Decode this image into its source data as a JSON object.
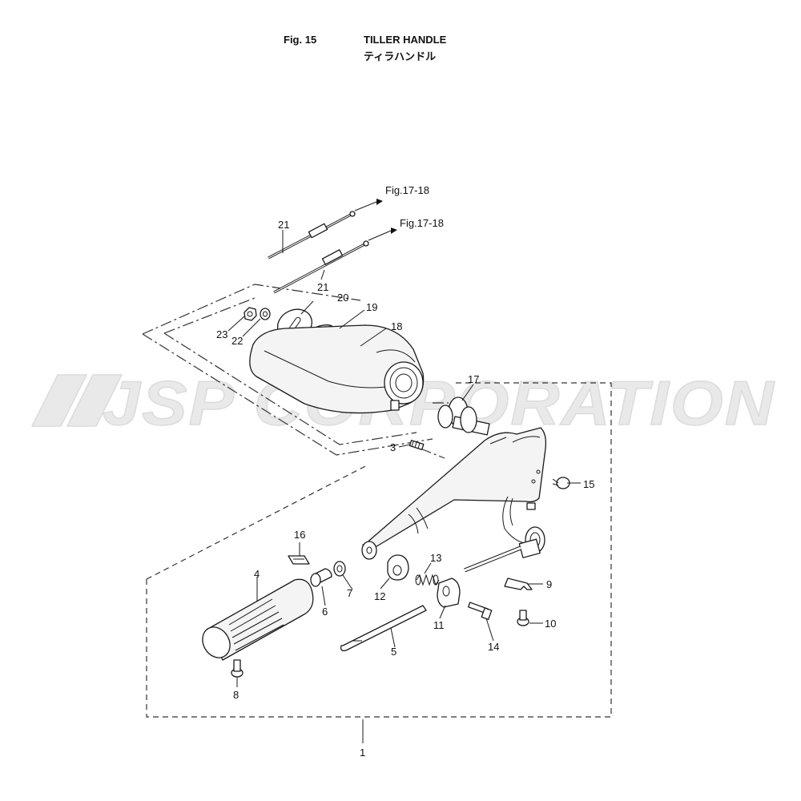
{
  "header": {
    "fig_label": "Fig. 15",
    "title": "TILLER HANDLE",
    "subtitle": "ティラハンドル"
  },
  "watermark": {
    "text": "JSP CORPORATION"
  },
  "references": {
    "fig_ref_upper": "Fig.17-18",
    "fig_ref_lower": "Fig.17-18"
  },
  "callouts": {
    "c1": "1",
    "c3": "3",
    "c4": "4",
    "c5": "5",
    "c6": "6",
    "c7": "7",
    "c8": "8",
    "c9": "9",
    "c10": "10",
    "c11": "11",
    "c12": "12",
    "c13": "13",
    "c14": "14",
    "c15": "15",
    "c16": "16",
    "c17": "17",
    "c18": "18",
    "c19": "19",
    "c20": "20",
    "c21_upper": "21",
    "c21_lower": "21",
    "c22": "22",
    "c23": "23"
  }
}
